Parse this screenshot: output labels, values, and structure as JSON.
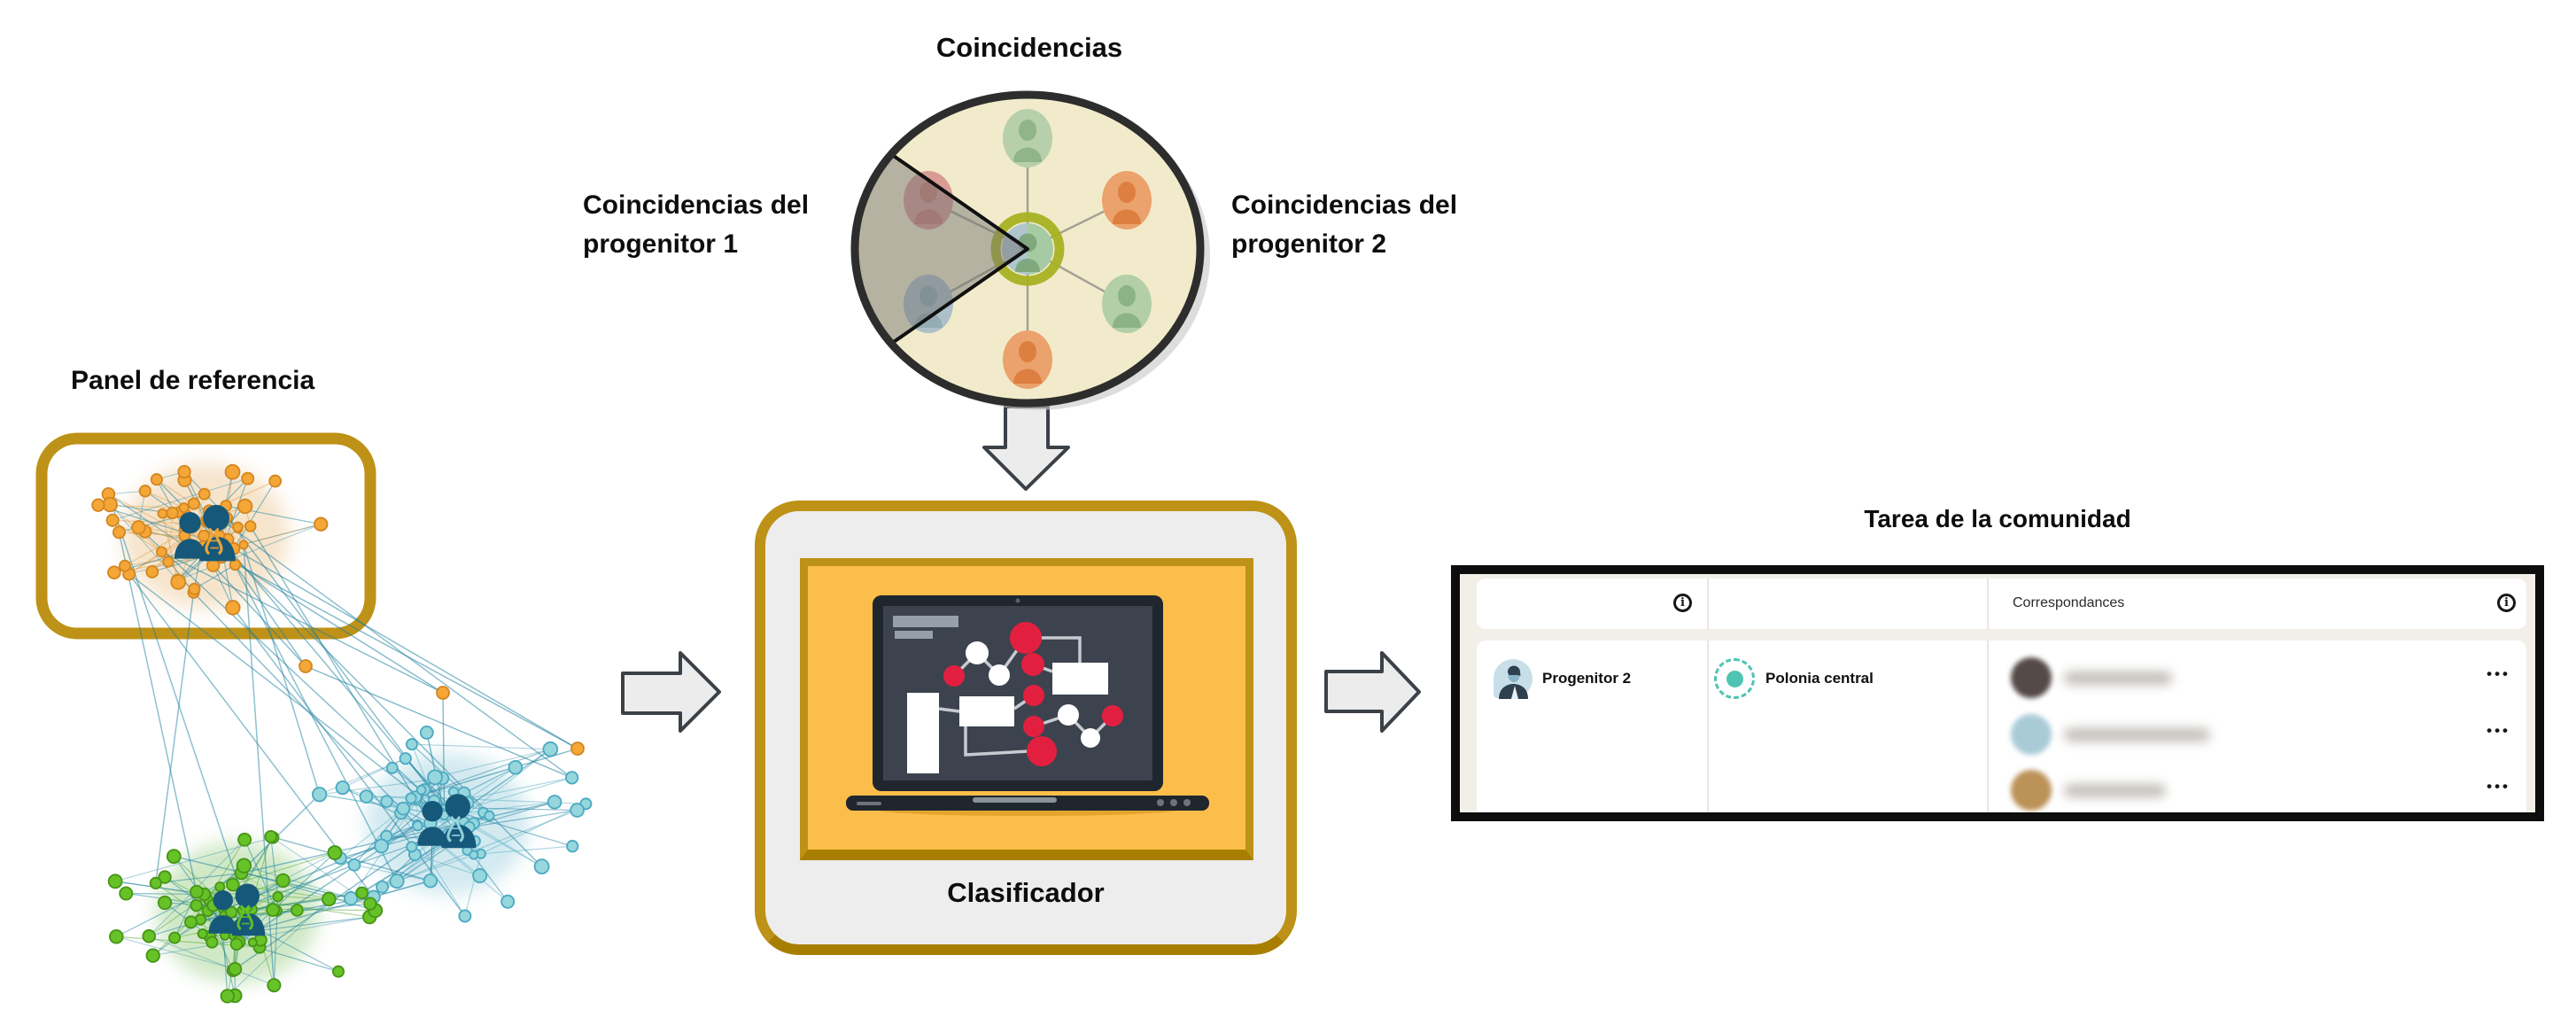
{
  "colors": {
    "gold": "#BE9117",
    "gold_dark": "#A87E00",
    "classifier_bg": "#EDEDED",
    "classifier_inner_bg": "#FCBE4A",
    "laptop_red": "#E31F3F",
    "laptop_dark": "#20262E",
    "laptop_screen": "#3C434E",
    "arrow_fill": "#ECECEC",
    "arrow_stroke": "#3C4148",
    "table_border": "#0D0D0D",
    "table_bg": "#F2EFE9",
    "teal": "#4FC4B1"
  },
  "labels": {
    "matches_title": "Coincidencias",
    "parent1_line1": "Coincidencias del",
    "parent1_line2": "progenitor 1",
    "parent2_line1": "Coincidencias del",
    "parent2_line2": "progenitor 2",
    "reference_panel": "Panel de referencia",
    "classifier": "Clasificador",
    "community_task": "Tarea de la comunidad"
  },
  "venn": {
    "fill": "#F2EBCB",
    "border": "#2D2D2D",
    "spoke_color": "#9b9b8d",
    "wedge": {
      "fill": "rgba(115,115,115,0.48)",
      "border": "#101010"
    },
    "hub": {
      "ring": "#A6B222",
      "left": "#AFC6CD",
      "right": "#A6CBA3",
      "silhouette": "#7FA87E"
    },
    "avatars": [
      {
        "position": "top",
        "bg": "#B7CFAA",
        "silhouette": "#8FB588"
      },
      {
        "position": "upper_right",
        "bg": "#EBA26C",
        "silhouette": "#DD7F41"
      },
      {
        "position": "lower_right",
        "bg": "#B2CFA8",
        "silhouette": "#8BB384"
      },
      {
        "position": "bottom",
        "bg": "#EBA26C",
        "silhouette": "#DD7F41"
      },
      {
        "position": "lower_left",
        "bg": "#ADBFC8",
        "silhouette": "#93ACB6"
      },
      {
        "position": "upper_left",
        "bg": "#D99C94",
        "silhouette": "#CC7F78"
      }
    ]
  },
  "network": {
    "frame_color": "#BE9117",
    "edge_color": "#1E82A0",
    "icon_color": "#15587A",
    "clusters": [
      {
        "id": "reference-cluster",
        "node": "#F4A637",
        "stroke": "#D3861F",
        "intra": "#DFA04A"
      },
      {
        "id": "community-blue-cluster",
        "node": "#96D6DD",
        "stroke": "#4AA9C1",
        "intra": "#5FB4C9"
      },
      {
        "id": "community-green-cluster",
        "node": "#66C226",
        "stroke": "#469417",
        "intra": "#59AE35"
      }
    ]
  },
  "community_table": {
    "header": {
      "info_icon": "i",
      "correspondances": "Correspondances"
    },
    "row": {
      "parent": {
        "label": "Progenitor 2"
      },
      "community": {
        "label": "Polonia central"
      },
      "matches": [
        {
          "name_blurred": true,
          "avatar_color": "#544a48",
          "name_blur_width": 122,
          "menu_icon": "•••"
        },
        {
          "name_blurred": true,
          "avatar_color": "#a9cbd8",
          "name_blur_width": 165,
          "menu_icon": "•••"
        },
        {
          "name_blurred": true,
          "avatar_color": "#bb9258",
          "name_blur_width": 115,
          "menu_icon": "•••"
        }
      ]
    }
  }
}
